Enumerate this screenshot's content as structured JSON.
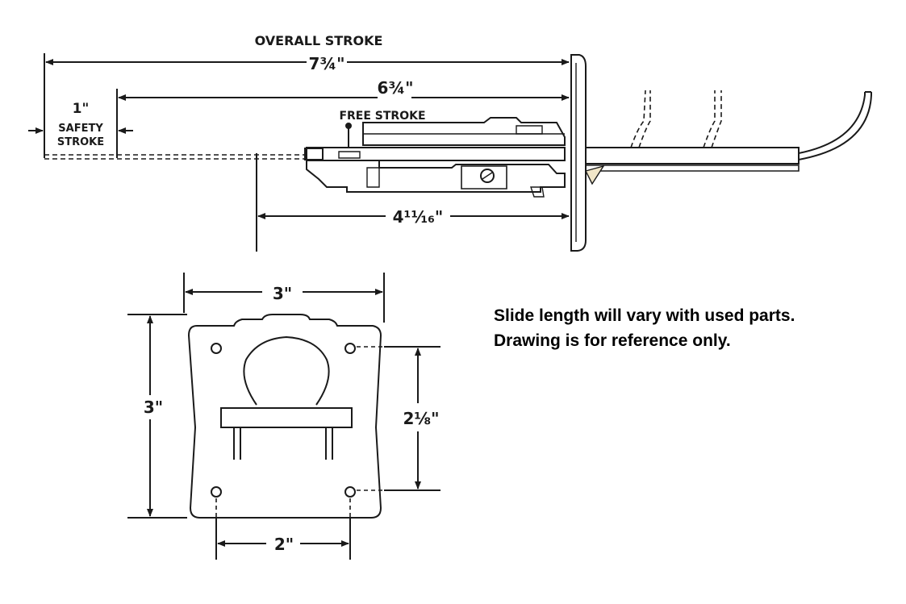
{
  "side_view": {
    "overall_stroke_label": "OVERALL STROKE",
    "overall_stroke_value": "7¾\"",
    "free_stroke_value": "6¾\"",
    "free_stroke_label": "FREE STROKE",
    "safety_stroke_value": "1\"",
    "safety_stroke_label_1": "SAFETY",
    "safety_stroke_label_2": "STROKE",
    "body_length_value": "4¹¹⁄₁₆\""
  },
  "front_view": {
    "width_value": "3\"",
    "height_value": "3\"",
    "hole_vertical_value": "2⅛\"",
    "hole_horizontal_value": "2\""
  },
  "note": {
    "line1": "Slide length will vary with used parts.",
    "line2": "Drawing is for reference only."
  }
}
